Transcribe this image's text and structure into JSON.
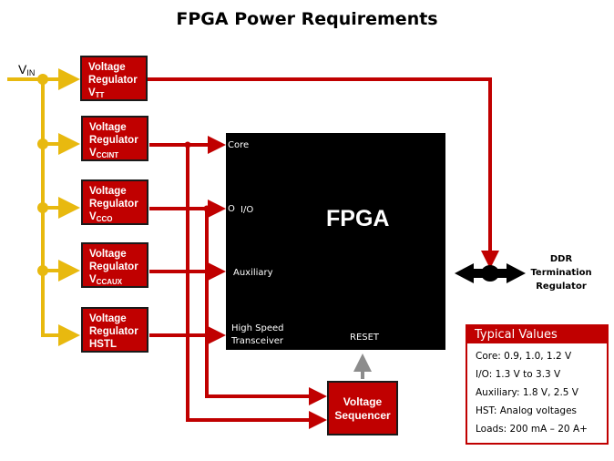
{
  "title": "FPGA Power Requirements",
  "input": {
    "label": "V",
    "subscript": "IN"
  },
  "regulators": [
    {
      "line1": "Voltage",
      "line2": "Regulator",
      "name": "V",
      "sub": "TT"
    },
    {
      "line1": "Voltage",
      "line2": "Regulator",
      "name": "V",
      "sub": "CCINT"
    },
    {
      "line1": "Voltage",
      "line2": "Regulator",
      "name": "V",
      "sub": "CCO"
    },
    {
      "line1": "Voltage",
      "line2": "Regulator",
      "name": "V",
      "sub": "CCAUX"
    },
    {
      "line1": "Voltage",
      "line2": "Regulator",
      "name": "HSTL",
      "sub": ""
    }
  ],
  "fpga": {
    "label": "FPGA",
    "pins": {
      "core": "Core",
      "io_marker": "O",
      "io": "I/O",
      "auxiliary": "Auxiliary",
      "hst_line1": "High Speed",
      "hst_line2": "Transceiver",
      "reset": "RESET"
    }
  },
  "sequencer": {
    "line1": "Voltage",
    "line2": "Sequencer"
  },
  "ddr": {
    "line1": "DDR",
    "line2": "Termination",
    "line3": "Regulator"
  },
  "typical_values": {
    "header": "Typical Values",
    "items": [
      "Core: 0.9, 1.0, 1.2 V",
      "I/O: 1.3 V to 3.3 V",
      "Auxiliary: 1.8 V, 2.5 V",
      "HST: Analog voltages",
      "Loads: 200 mA – 20 A+"
    ]
  },
  "colors": {
    "supply_line": "#e8b90f",
    "power_line": "#c00000",
    "control_line": "#8c8c8c",
    "fpga_body": "#000000"
  }
}
